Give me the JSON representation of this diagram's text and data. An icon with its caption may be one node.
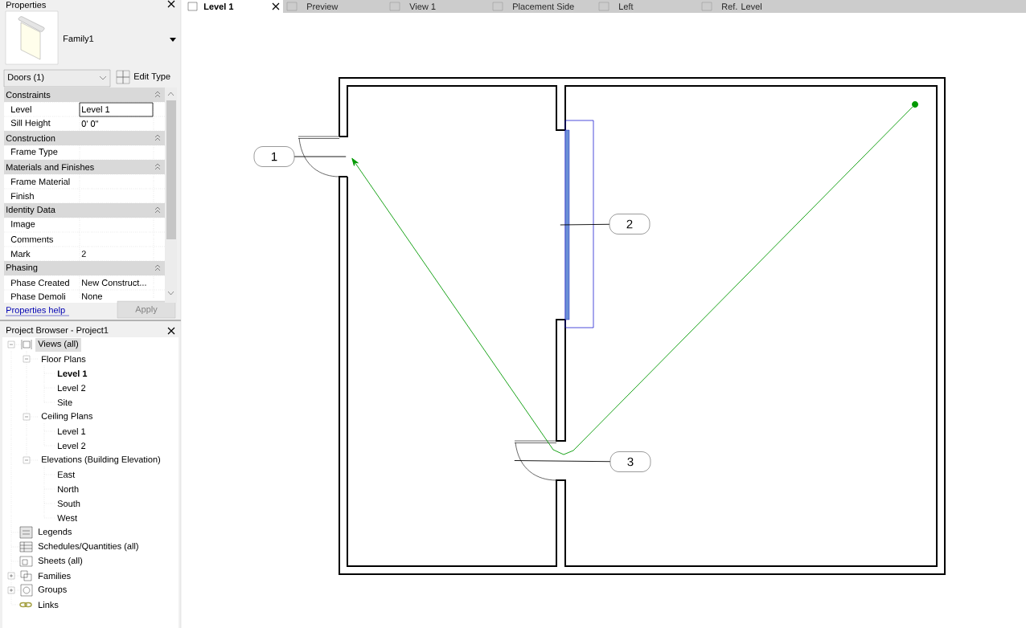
{
  "diagram": {
    "nodes": [
      {
        "text": [
          "1"
        ]
      },
      {
        "text": [
          "2"
        ]
      },
      {
        "text": [
          "3"
        ]
      },
      {
        "text": [],
        "shape": "circle"
      },
      {
        "text": [],
        "shape": "picture"
      },
      {
        "text": [],
        "shape": "bar"
      },
      {
        "text": [],
        "shape": "picture"
      }
    ],
    "edges": [
      {
        "from": 0,
        "to": 4,
        "arrow": "none"
      },
      {
        "from": 1,
        "to": 5,
        "arrow": "none"
      },
      {
        "from": 2,
        "to": 6,
        "arrow": "none"
      },
      {
        "from": 3,
        "to": null,
        "arrow": "to",
        "color": "#009900"
      }
    ],
    "labels": [
      "Properties",
      "Family1",
      "Doors (1)",
      "Edit Type",
      "Constraints",
      "Level",
      "Level 1",
      "Sill Height",
      "0'  0\"",
      "Construction",
      "Frame Type",
      "Materials and Finishes",
      "Frame Material",
      "Finish",
      "Identity Data",
      "Image",
      "Comments",
      "Mark",
      "2",
      "Phasing",
      "Phase Created",
      "New Construct...",
      "Phase Demoli",
      "None",
      "Properties help",
      "Apply",
      "Project Browser - Project1",
      "Views (all)",
      "Floor Plans",
      "Level 1",
      "Level 2",
      "Site",
      "Ceiling Plans",
      "Level 1",
      "Level 2",
      "Elevations (Building Elevation)",
      "East",
      "North",
      "South",
      "West",
      "Legends",
      "Schedules/Quantities (all)",
      "Sheets (all)",
      "Families",
      "Groups",
      "Links",
      "Level 1",
      "Preview",
      "View 1",
      "Placement Side",
      "Left",
      "Ref. Level"
    ]
  }
}
